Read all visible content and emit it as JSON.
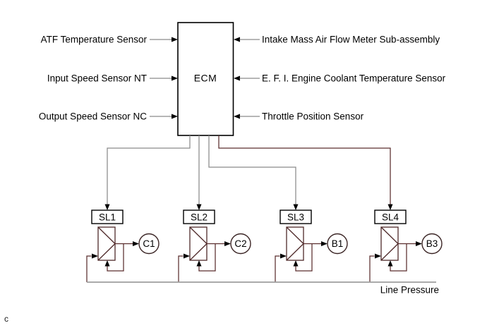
{
  "diagram": {
    "title_hidden": "",
    "ecm_label": "ECM",
    "left_sensors": [
      "ATF Temperature Sensor",
      "Input Speed Sensor NT",
      "Output Speed Sensor NC"
    ],
    "right_sensors": [
      "Intake Mass Air Flow Meter Sub-assembly",
      "E. F. I. Engine Coolant Temperature Sensor",
      "Throttle Position Sensor"
    ],
    "solenoids": [
      {
        "label": "SL1",
        "output": "C1"
      },
      {
        "label": "SL2",
        "output": "C2"
      },
      {
        "label": "SL3",
        "output": "B1"
      },
      {
        "label": "SL4",
        "output": "B3"
      }
    ],
    "bus_label": "Line Pressure",
    "footnote": "c",
    "colors": {
      "wire_gray": "#8b8b8b",
      "valve_maroon": "#5a2d2d",
      "outline_black": "#000000",
      "bus_gray": "#9e9e9e",
      "background": "#ffffff"
    }
  }
}
